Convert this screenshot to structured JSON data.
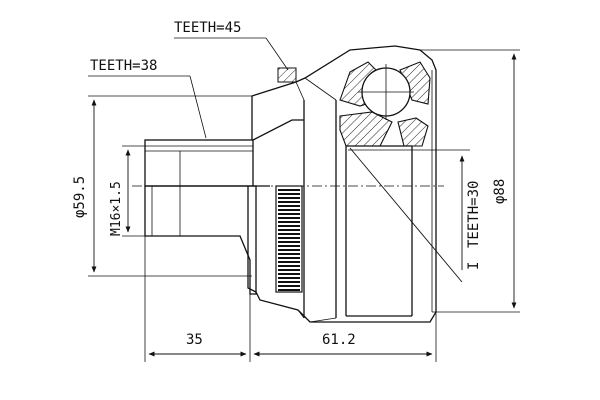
{
  "labels": {
    "teeth_45": "TEETH=45",
    "teeth_38": "TEETH=38",
    "teeth_30": "TEETH=30",
    "dia_59_5": "φ59.5",
    "thread_m16": "M16×1.5",
    "dia_88": "φ88",
    "dim_35": "35",
    "dim_61_2": "61.2",
    "marker_i": "I"
  }
}
